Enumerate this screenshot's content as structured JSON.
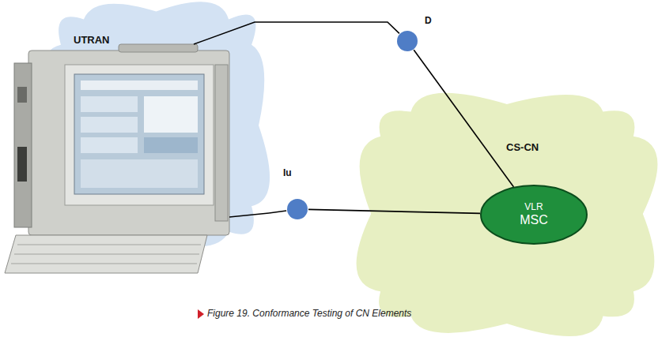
{
  "diagram": {
    "caption": "Figure 19. Conformance Testing of CN Elements",
    "nodes": [
      {
        "text": [
          "UTRAN"
        ]
      },
      {
        "text": [
          "CS-CN"
        ]
      },
      {
        "text": [
          "VLR",
          "MSC"
        ],
        "in": 1
      },
      {
        "text": [
          "D"
        ]
      },
      {
        "text": [
          "Iu"
        ]
      }
    ],
    "edges": [
      {
        "from": 0,
        "to": 3,
        "arrow": "none"
      },
      {
        "from": 3,
        "to": 2,
        "arrow": "none"
      },
      {
        "from": 0,
        "to": 4,
        "arrow": "none"
      },
      {
        "from": 4,
        "to": 2,
        "arrow": "none"
      }
    ]
  }
}
